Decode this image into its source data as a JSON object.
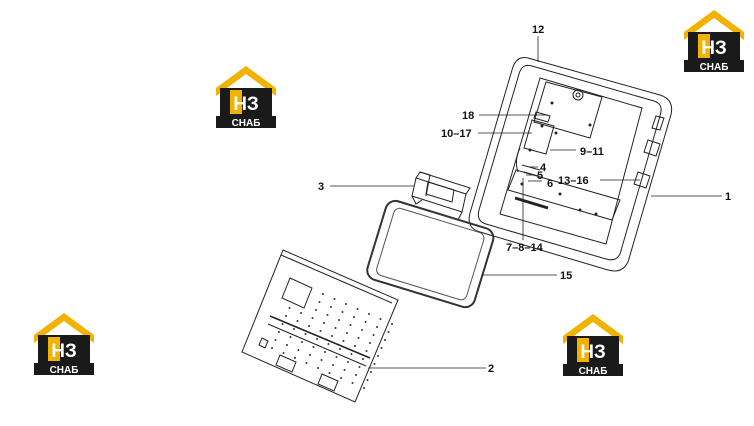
{
  "callouts": {
    "c1": "1",
    "c2": "2",
    "c3": "3",
    "c4": "4",
    "c5": "5",
    "c6": "6",
    "c7_8_14": "7–8–14",
    "c9_11": "9–11",
    "c10_17": "10–17",
    "c12": "12",
    "c13_16": "13–16",
    "c15": "15",
    "c18": "18"
  },
  "watermark": {
    "letters": "НЗ",
    "word": "СНАБ",
    "colors": {
      "roof": "#f2b200",
      "body": "#1a1a1a",
      "text": "#ffffff"
    }
  },
  "colors": {
    "line": "#222222",
    "grid": "#333333",
    "screen_border": "#555555"
  }
}
